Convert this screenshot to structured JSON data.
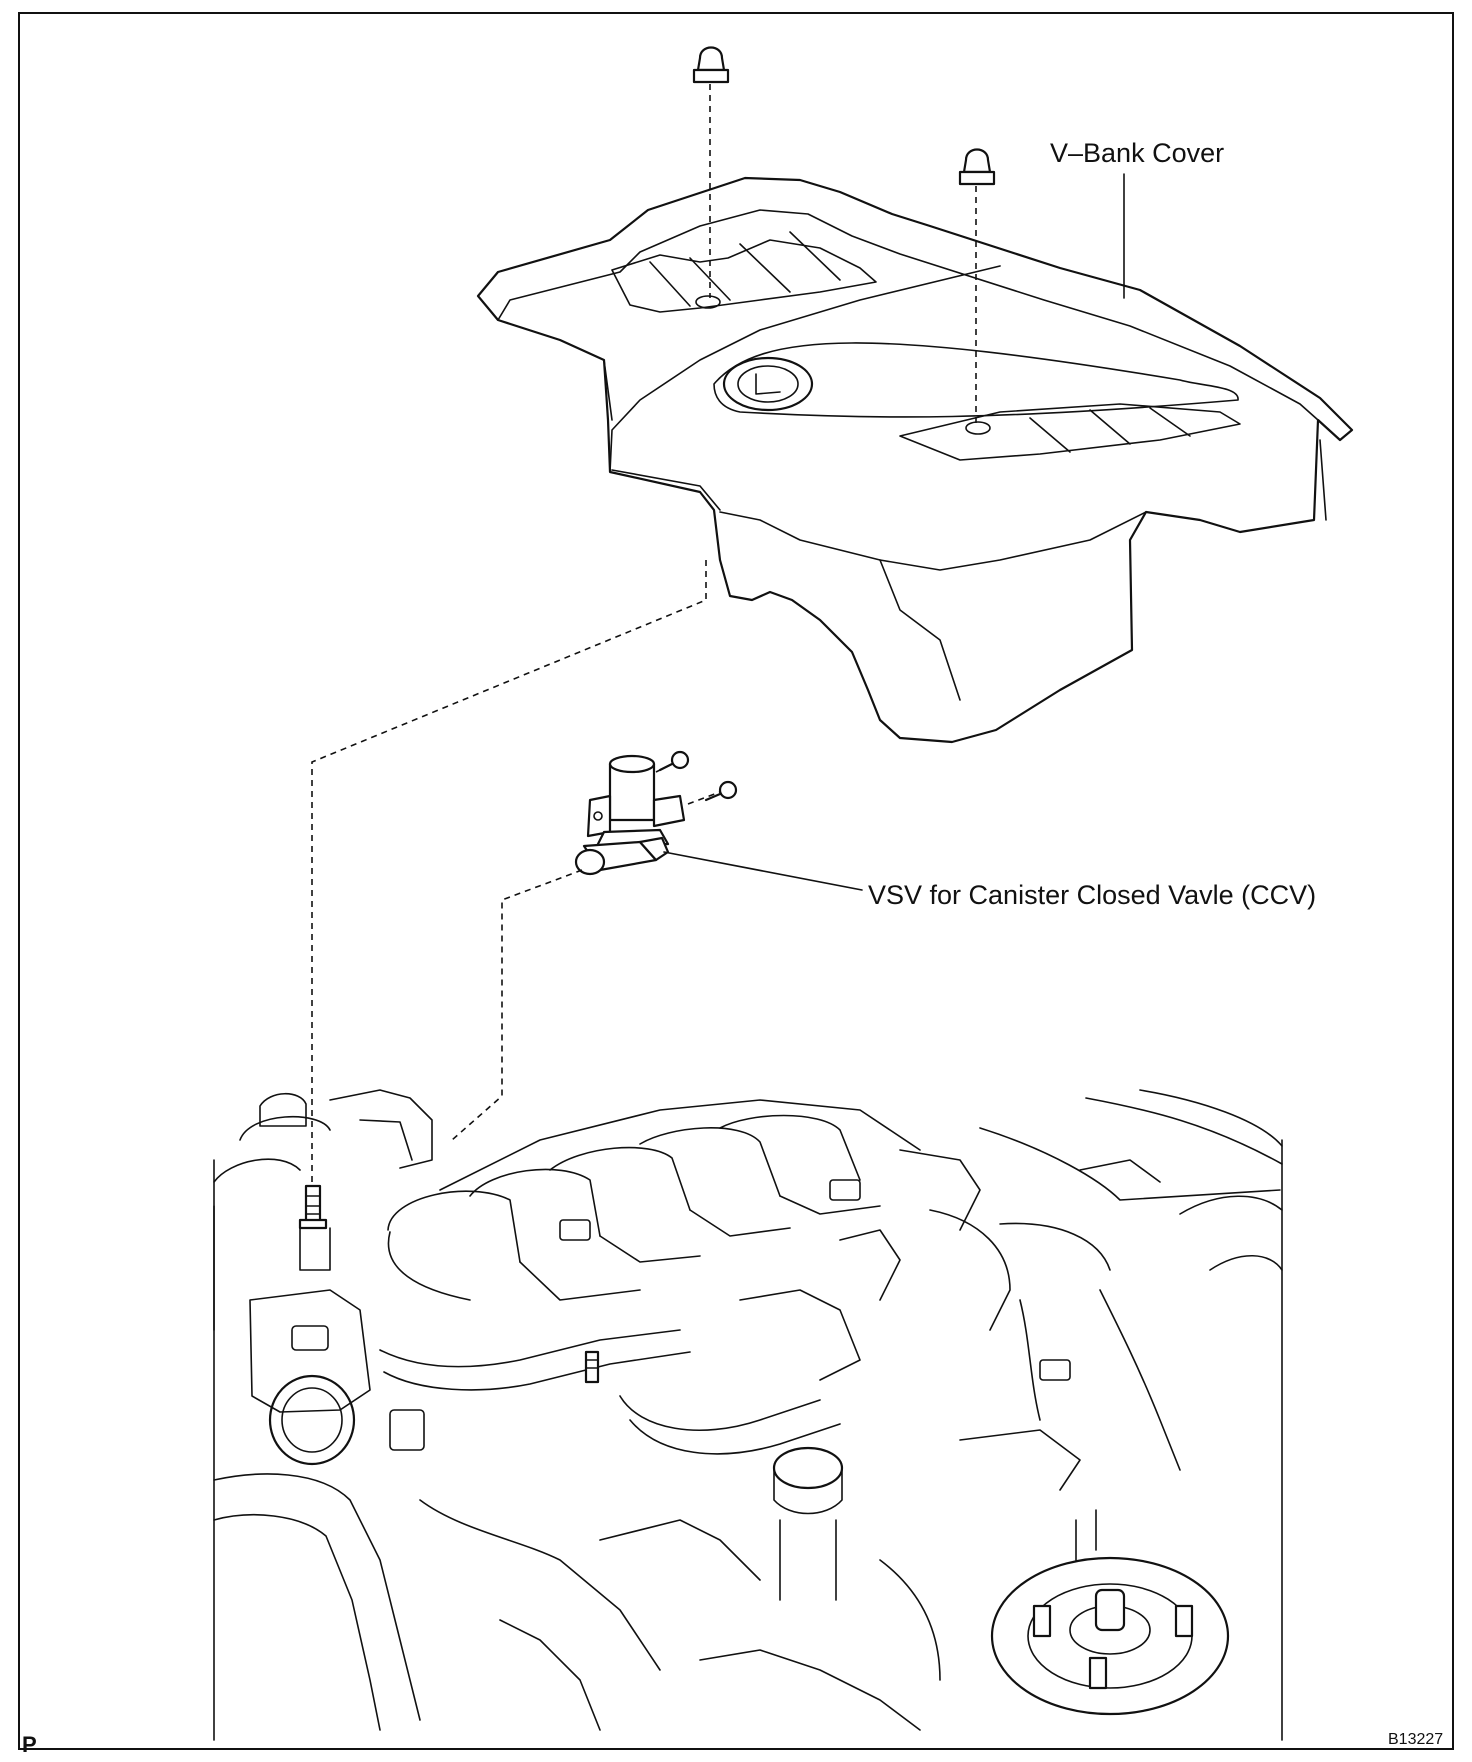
{
  "labels": {
    "v_bank_cover": "V–Bank Cover",
    "vsv_ccv": "VSV for Canister Closed Vavle (CCV)"
  },
  "corner": {
    "left_mark": "P",
    "figure_code": "B13227"
  },
  "colors": {
    "line": "#111111",
    "background": "#ffffff"
  }
}
